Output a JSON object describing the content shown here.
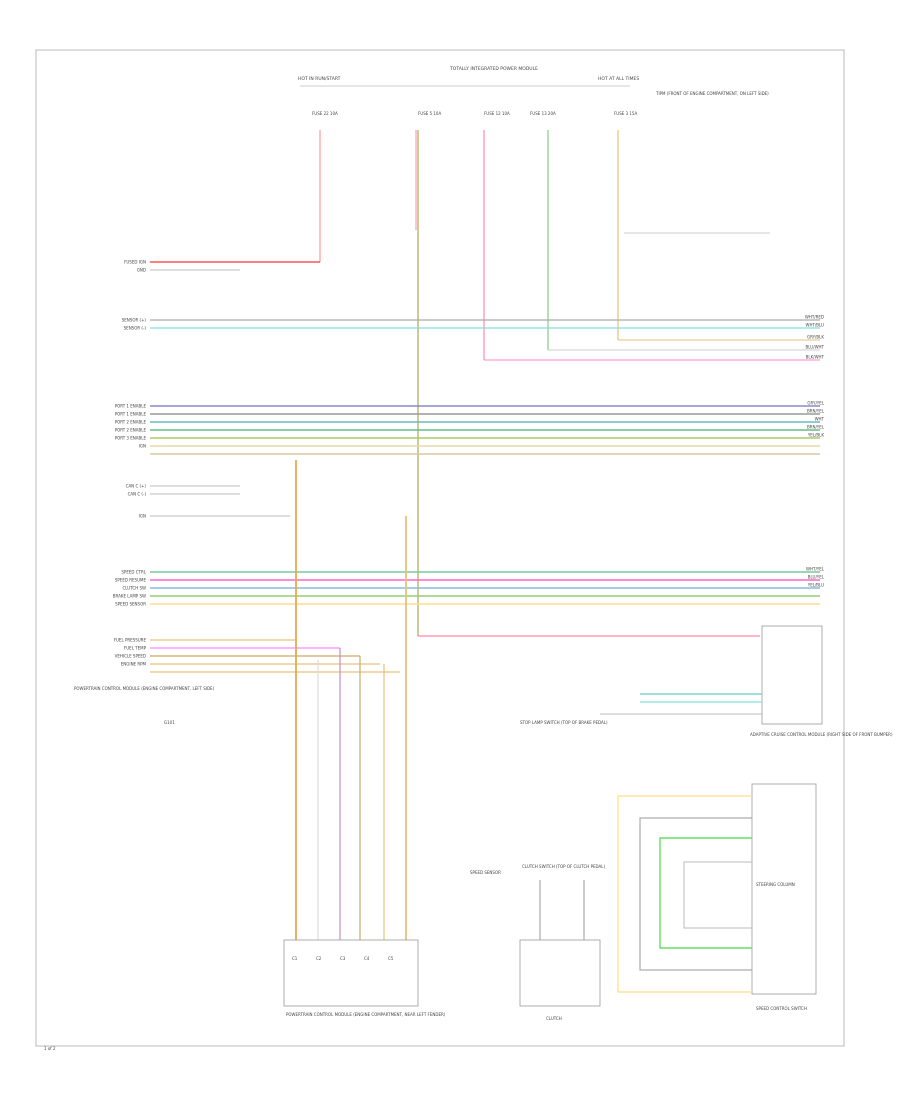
{
  "header": {
    "hot_in_run_start": "HOT IN RUN/START",
    "hot_at_all_times": "HOT AT ALL TIMES",
    "tipm": "TOTALLY INTEGRATED POWER MODULE",
    "tipm_block": "TIPM (FRONT OF ENGINE COMPARTMENT, ON LEFT SIDE)",
    "fuse_a": "FUSE 22 10A",
    "fuse_b": "FUSE 5 10A",
    "fuse_c": "FUSE 12 10A",
    "fuse_d": "FUSE 13 20A",
    "fuse_e": "FUSE 3 15A"
  },
  "connector_pins": [
    "C1",
    "C2",
    "C3",
    "C4",
    "C5"
  ],
  "left_labels": [
    "FUSED IGN",
    "GND",
    "SENSOR (+)",
    "SENSOR (-)",
    "PORT 1 ENABLE",
    "PORT 1 ENABLE",
    "PORT 2 ENABLE",
    "PORT 2 ENABLE",
    "PORT 3 ENABLE",
    "IGN",
    "CAN C (+)",
    "CAN C (-)",
    "IGN",
    "SPEED CTRL",
    "SPEED RESUME",
    "CLUTCH SW",
    "BRAKE LAMP SW",
    "SPEED SENSOR",
    "FUEL PRESSURE",
    "FUEL TEMP",
    "VEHICLE SPEED",
    "ENGINE RPM"
  ],
  "left_module": "POWERTRAIN CONTROL MODULE (ENGINE COMPARTMENT, LEFT SIDE)",
  "right_labels": [
    "WHT/RED",
    "WHT/BLU",
    "GRY/BLK",
    "BLU/WHT",
    "BLK/WHT",
    "GRY/YEL",
    "BRN/YEL",
    "WHT",
    "BRN/YEL",
    "YEL/BLK",
    "WHT/YEL",
    "BLU/YEL",
    "YEL/BLU"
  ],
  "blocks": {
    "clutch_switch": "CLUTCH SWITCH (TOP OF CLUTCH PEDAL)",
    "clutch_block": "CLUTCH",
    "speed_sensor": "SPEED SENSOR",
    "stop_lamp": "STOP LAMP SWITCH (TOP OF BRAKE PEDAL)",
    "steering": "STEERING COLUMN",
    "speed_control": "SPEED CONTROL SWITCH",
    "adaptive": "ADAPTIVE CRUISE CONTROL MODULE (RIGHT SIDE OF FRONT BUMPER)",
    "bottom_connector": "POWERTRAIN CONTROL MODULE (ENGINE COMPARTMENT, NEAR LEFT FENDER)",
    "ground": "G101",
    "page": "1 of 2"
  }
}
